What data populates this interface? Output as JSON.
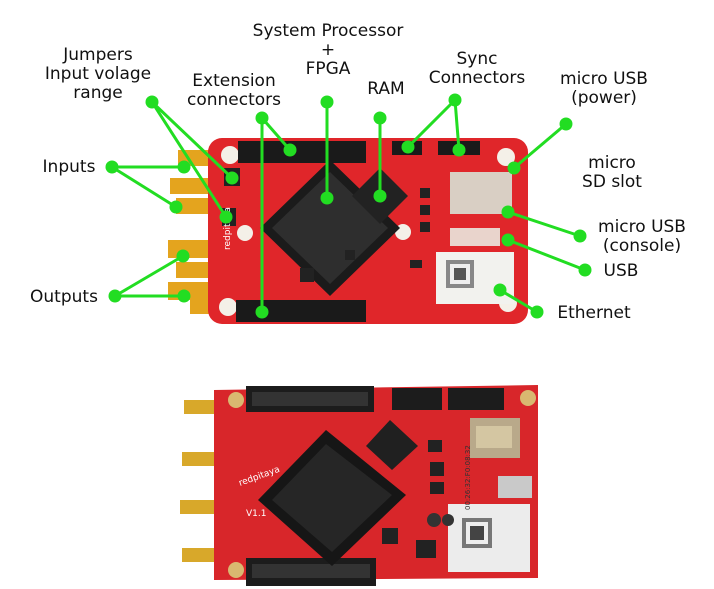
{
  "labels": {
    "jumpers_1": "Jumpers",
    "jumpers_2": "Input volage",
    "jumpers_3": "range",
    "extension_1": "Extension",
    "extension_2": "connectors",
    "processor_1": "System Processor",
    "processor_2": "+",
    "processor_3": "FPGA",
    "ram": "RAM",
    "sync_1": "Sync",
    "sync_2": "Connectors",
    "usb_power_1": "micro USB",
    "usb_power_2": "(power)",
    "sd_1": "micro",
    "sd_2": "SD slot",
    "usb_console_1": "micro USB",
    "usb_console_2": "(console)",
    "usb": "USB",
    "ethernet": "Ethernet",
    "inputs": "Inputs",
    "outputs": "Outputs"
  },
  "board": {
    "brand_text": "redpitaya",
    "version_text": "V1.1",
    "qr_caption": "00:26:32:F0:08:32"
  },
  "colors": {
    "board_red": "#e0262a",
    "marker_green": "#22dd22",
    "heatsink": "#1b1b1b",
    "gold": "#e0a020"
  }
}
